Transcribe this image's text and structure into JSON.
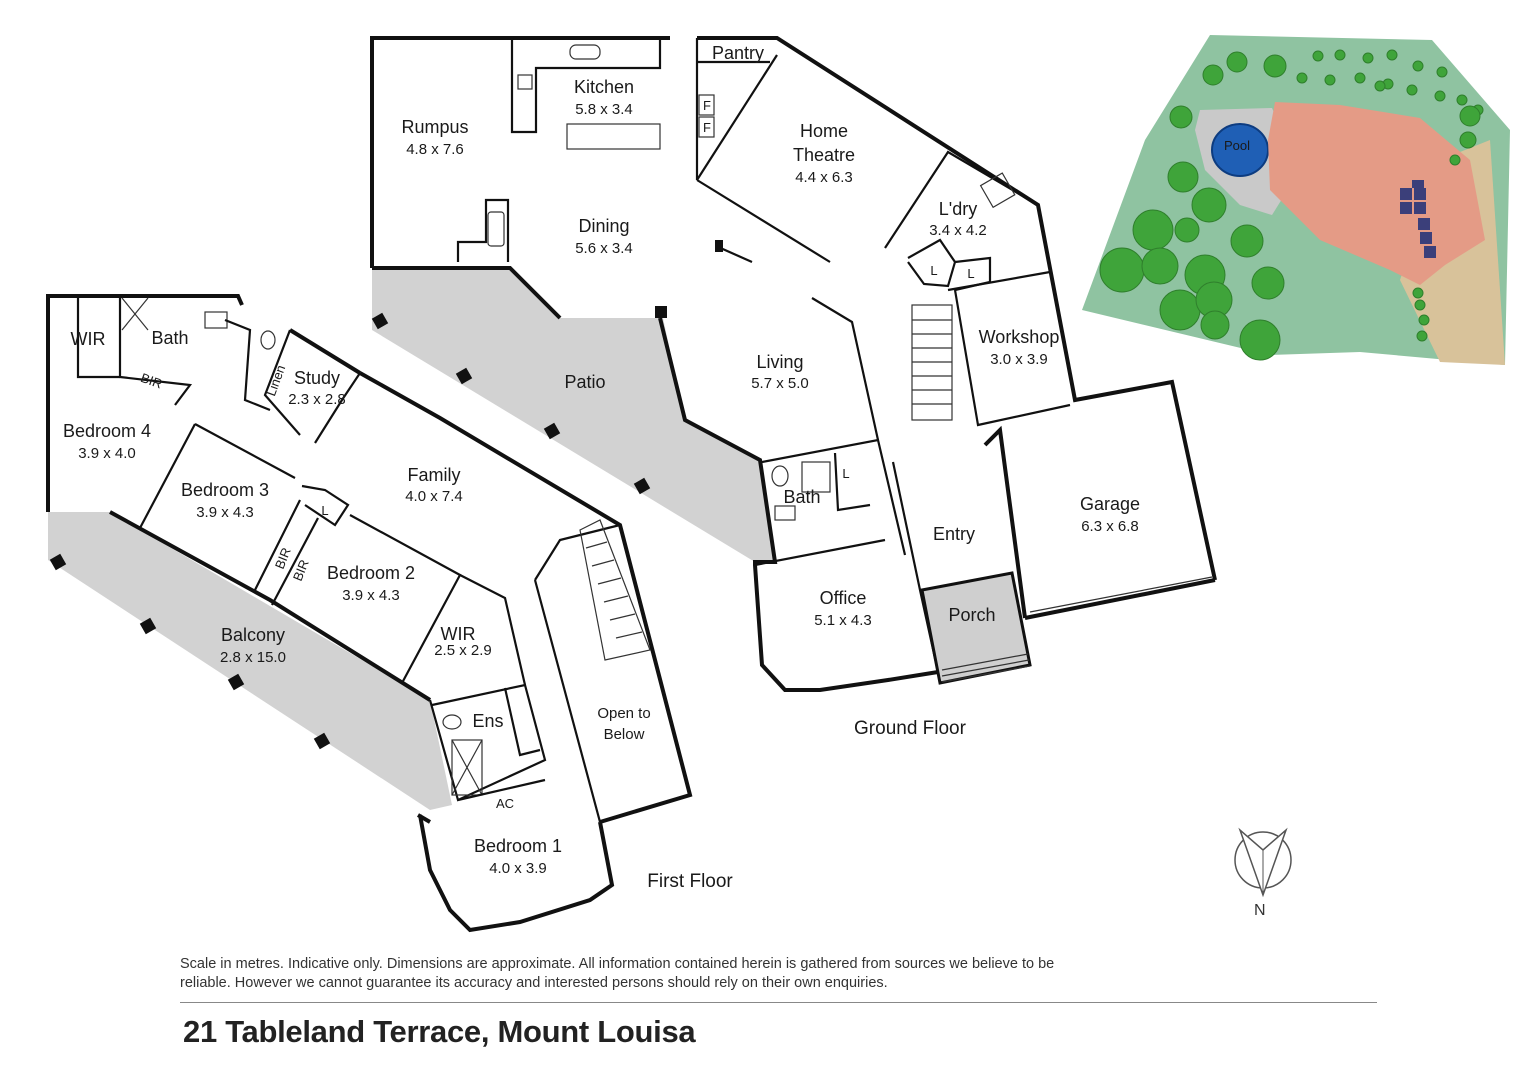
{
  "ground_floor": {
    "label": "Ground Floor",
    "rooms": {
      "pantry": {
        "name": "Pantry"
      },
      "kitchen": {
        "name": "Kitchen",
        "dims": "5.8 x 3.4"
      },
      "rumpus": {
        "name": "Rumpus",
        "dims": "4.8 x 7.6"
      },
      "home_theatre": {
        "name_line1": "Home",
        "name_line2": "Theatre",
        "dims": "4.4 x 6.3"
      },
      "dining": {
        "name": "Dining",
        "dims": "5.6 x 3.4"
      },
      "laundry": {
        "name": "L'dry",
        "dims": "3.4 x 4.2"
      },
      "workshop": {
        "name": "Workshop",
        "dims": "3.0 x 3.9"
      },
      "patio": {
        "name": "Patio"
      },
      "living": {
        "name": "Living",
        "dims": "5.7 x 5.0"
      },
      "bath": {
        "name": "Bath"
      },
      "garage": {
        "name": "Garage",
        "dims": "6.3 x 6.8"
      },
      "entry": {
        "name": "Entry"
      },
      "office": {
        "name": "Office",
        "dims": "5.1 x 4.3"
      },
      "porch": {
        "name": "Porch"
      }
    },
    "fridge_marks": [
      "F",
      "F"
    ],
    "linen_marks": [
      "L",
      "L",
      "L"
    ]
  },
  "first_floor": {
    "label": "First Floor",
    "rooms": {
      "wir_top": {
        "name": "WIR"
      },
      "bath": {
        "name": "Bath"
      },
      "bir_top": {
        "name": "BIR"
      },
      "linen": {
        "name": "Linen"
      },
      "study": {
        "name": "Study",
        "dims": "2.3 x 2.8"
      },
      "bedroom4": {
        "name": "Bedroom 4",
        "dims": "3.9 x 4.0"
      },
      "family": {
        "name": "Family",
        "dims": "4.0 x 7.4"
      },
      "bedroom3": {
        "name": "Bedroom 3",
        "dims": "3.9 x 4.3"
      },
      "linen_cupboard": {
        "name": "L"
      },
      "bir_a": {
        "name": "BIR"
      },
      "bir_b": {
        "name": "BIR"
      },
      "bedroom2": {
        "name": "Bedroom 2",
        "dims": "3.9 x 4.3"
      },
      "balcony": {
        "name": "Balcony",
        "dims": "2.8 x 15.0"
      },
      "wir": {
        "name": "WIR",
        "dims": "2.5 x 2.9"
      },
      "ensuite": {
        "name": "Ens"
      },
      "open_to_below": {
        "name_line1": "Open to",
        "name_line2": "Below"
      },
      "ac": {
        "name": "AC"
      },
      "bedroom1": {
        "name": "Bedroom 1",
        "dims": "4.0 x 3.9"
      }
    }
  },
  "site_plan": {
    "pool_label": "Pool",
    "colors": {
      "lawn": "#8fc3a1",
      "roof": "#e49b86",
      "path": "#d8c29a",
      "pool": "#1f5fb5",
      "tree": "#3fa43a"
    }
  },
  "north_arrow": {
    "letter": "N"
  },
  "disclaimer": "Scale in metres. Indicative only. Dimensions are approximate. All information contained herein is gathered from sources we believe to be reliable. However we cannot guarantee its accuracy and interested persons should rely on their own enquiries.",
  "address": "21 Tableland Terrace, Mount Louisa"
}
